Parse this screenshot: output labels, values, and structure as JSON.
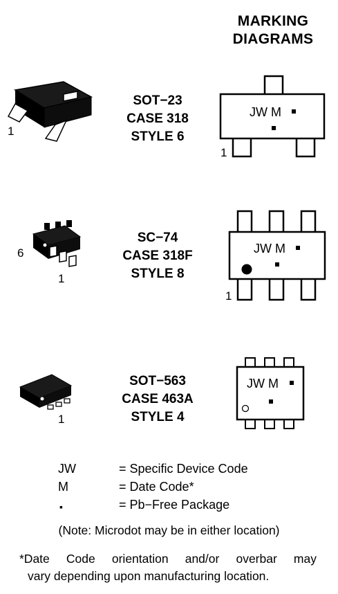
{
  "header": {
    "line1": "MARKING",
    "line2": "DIAGRAMS"
  },
  "packages": [
    {
      "name": "SOT−23",
      "case": "CASE 318",
      "style": "STYLE 6",
      "photo_pin_label": "1",
      "marking": {
        "code": "JW M",
        "dot": "▪",
        "pin_label": "1"
      }
    },
    {
      "name": "SC−74",
      "case": "CASE 318F",
      "style": "STYLE 8",
      "photo_pin_labels": [
        "6",
        "1"
      ],
      "marking": {
        "code": "JW M",
        "dot": "▪",
        "pin_label": "1"
      }
    },
    {
      "name": "SOT−563",
      "case": "CASE 463A",
      "style": "STYLE 4",
      "photo_pin_label": "1",
      "marking": {
        "code": "JW M",
        "dot": "▪"
      }
    }
  ],
  "legend": [
    {
      "key": "JW",
      "value": "= Specific Device Code"
    },
    {
      "key": "M",
      "value": "= Date Code*"
    },
    {
      "key": "▪",
      "value": "= Pb−Free Package"
    }
  ],
  "note": "(Note: Microdot may be in either location)",
  "footnote": {
    "line1": "*Date Code orientation and/or overbar may",
    "line2": "vary depending upon manufacturing location."
  }
}
